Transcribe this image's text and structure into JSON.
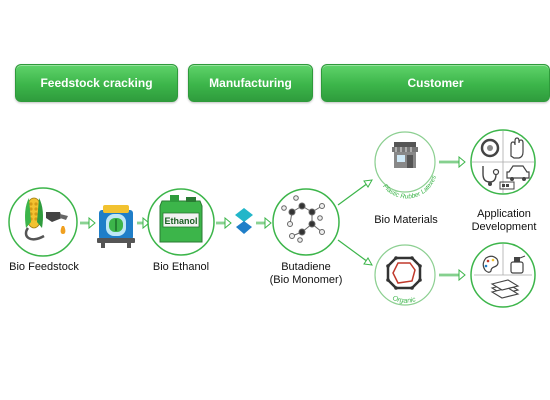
{
  "stages": {
    "feedstock": "Feedstock cracking",
    "manufacturing": "Manufacturing",
    "customer": "Customer"
  },
  "nodes": {
    "bio_feedstock": "Bio Feedstock",
    "bio_ethanol": "Bio Ethanol",
    "butadiene_line1": "Butadiene",
    "butadiene_line2": "(Bio Monomer)",
    "bio_materials": "Bio Materials",
    "application_line1": "Application",
    "application_line2": "Development"
  },
  "tank_label": "Ethanol",
  "curved_labels": {
    "plastic": "Plastic Rubber Latexes",
    "organic": "Organic"
  },
  "colors": {
    "green": "#3cb54a",
    "dark_green": "#2f9c3d",
    "blue": "#1f7ec8",
    "teal": "#22b6c9"
  }
}
